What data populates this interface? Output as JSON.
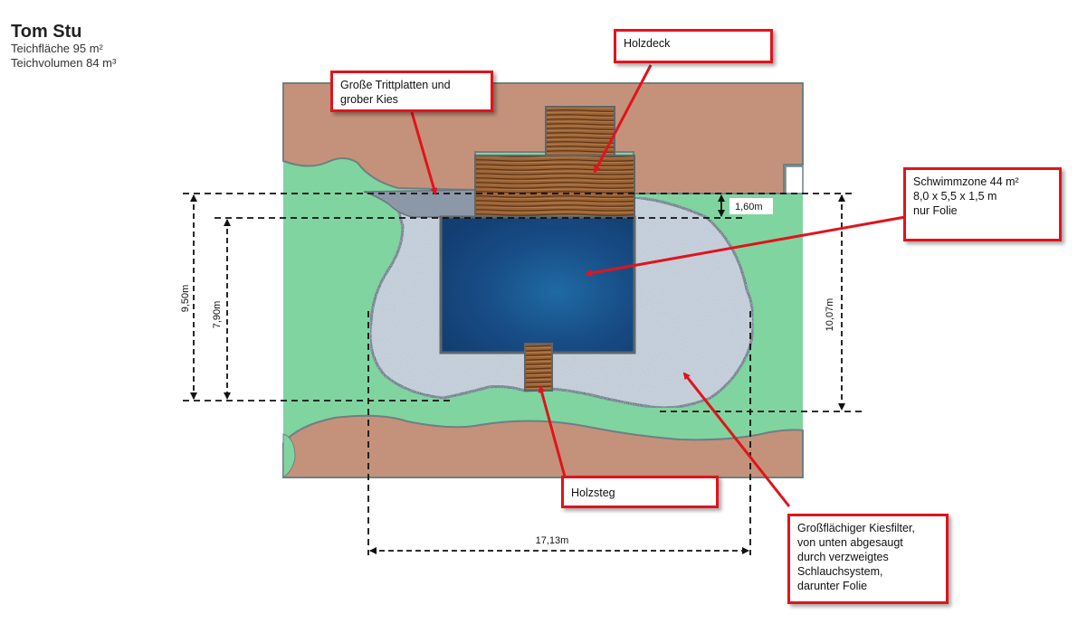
{
  "header": {
    "title": "Tom Stu",
    "area": "Teichfläche 95 m²",
    "volume": "Teichvolumen 84 m³"
  },
  "callouts": {
    "trittplatten": "Große Trittplatten und\ngrober Kies",
    "holzdeck": "Holzdeck",
    "schwimmzone": "Schwimmzone 44 m²\n8,0 x 5,5 x 1,5 m\nnur Folie",
    "holzsteg": "Holzsteg",
    "kiesfilter": "Großflächiger Kiesfilter,\nvon unten abgesaugt\ndurch verzweigtes\nSchlauchsystem,\ndarunter Folie"
  },
  "dimensions": {
    "depth_top": "1,60m",
    "height_outer": "9,50m",
    "height_inner": "7,90m",
    "height_right": "10,07m",
    "width": "17,13m"
  },
  "colors": {
    "path": "#c4927b",
    "lawn": "#80d4a0",
    "water": "#1d5a92",
    "gravel": "#c8d2dc",
    "wood": "#8b5a32",
    "callout_border": "#e0141c"
  }
}
